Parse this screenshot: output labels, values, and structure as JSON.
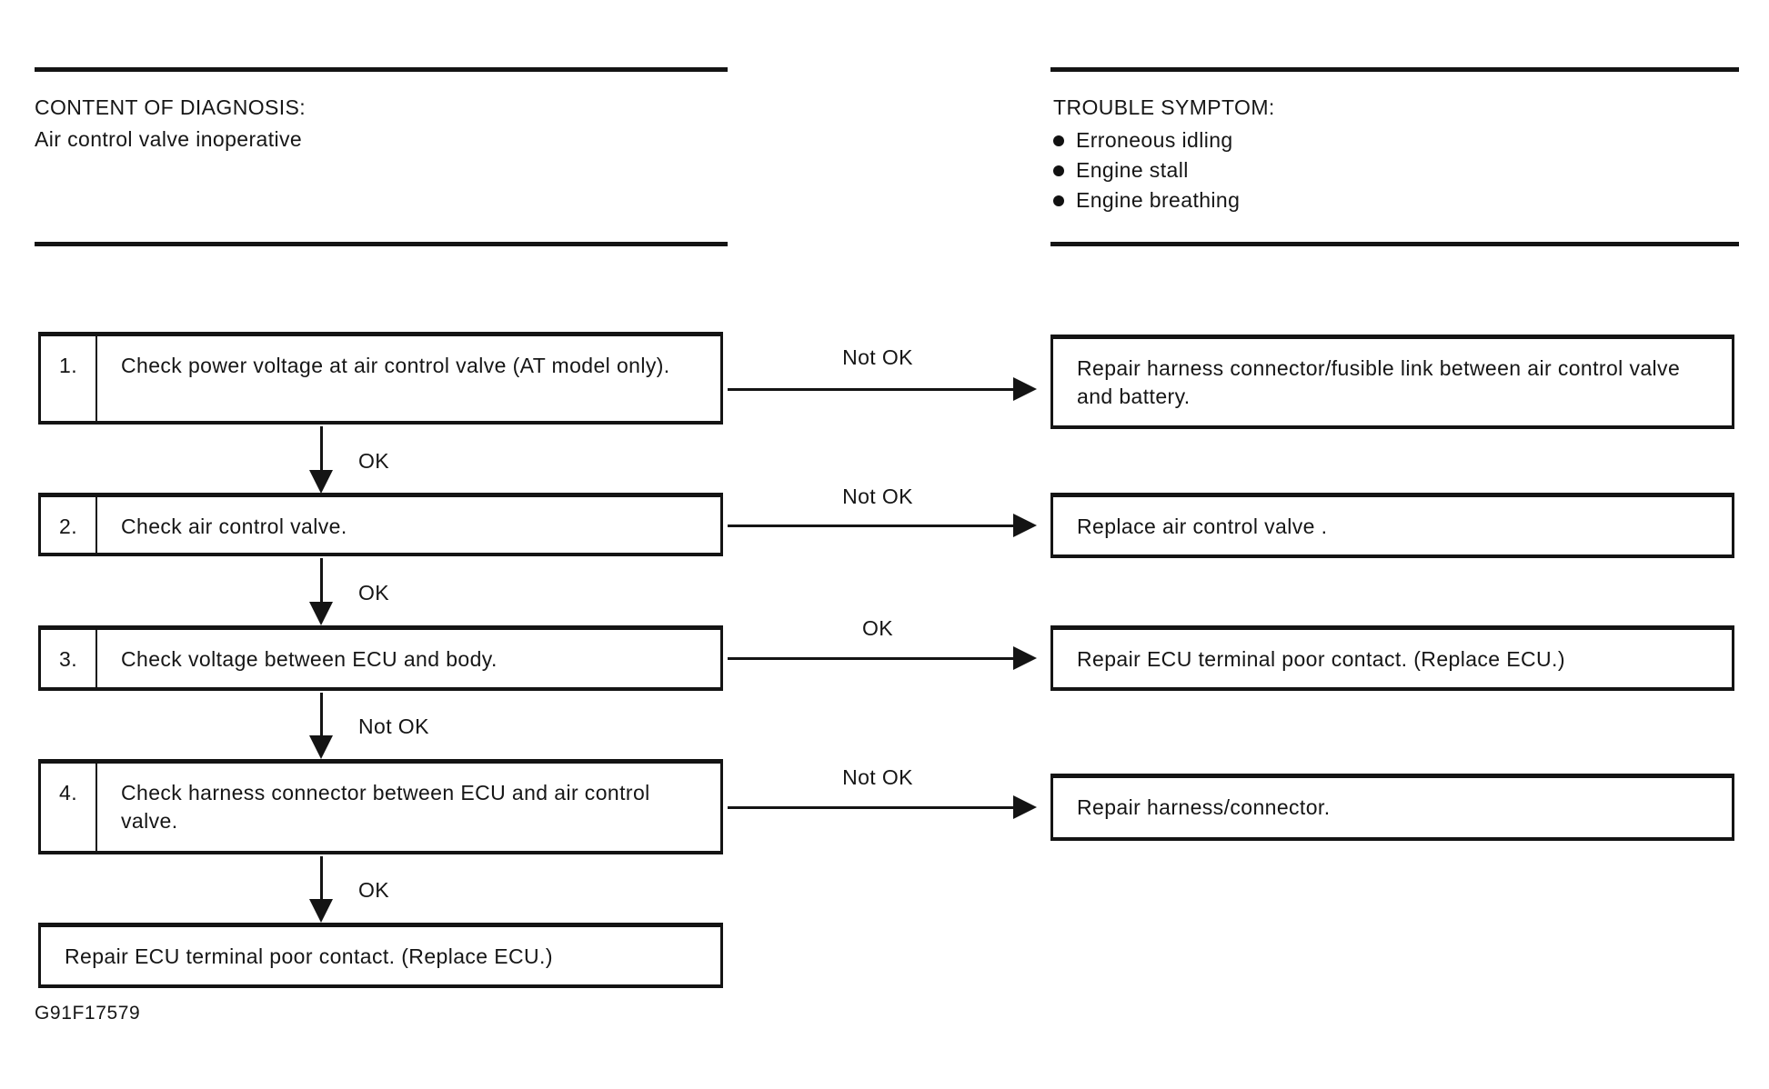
{
  "page": {
    "background": "#ffffff",
    "ink": "#141414",
    "figure_code": "G91F17579"
  },
  "header": {
    "diagnosis": {
      "title": "CONTENT OF DIAGNOSIS:",
      "content": "Air control valve inoperative"
    },
    "symptom": {
      "title": "TROUBLE SYMPTOM:",
      "items": [
        "Erroneous idling",
        "Engine stall",
        "Engine breathing"
      ]
    }
  },
  "flowchart": {
    "steps": [
      {
        "number": "1.",
        "text": "Check power voltage at air control valve (AT model only).",
        "branch_label": "Not OK",
        "remedy": "Repair harness connector/fusible link between air control valve and battery.",
        "next_label": "OK"
      },
      {
        "number": "2.",
        "text": "Check air control valve.",
        "branch_label": "Not OK",
        "remedy": "Replace air control valve .",
        "next_label": "OK"
      },
      {
        "number": "3.",
        "text": "Check voltage between ECU and body.",
        "branch_label": "OK",
        "remedy": "Repair ECU terminal poor contact. (Replace ECU.)",
        "next_label": "Not OK"
      },
      {
        "number": "4.",
        "text": "Check harness connector between ECU and air control valve.",
        "branch_label": "Not OK",
        "remedy": "Repair harness/connector.",
        "next_label": "OK"
      }
    ],
    "final_box": {
      "text": "Repair ECU terminal poor contact. (Replace ECU.)"
    }
  }
}
